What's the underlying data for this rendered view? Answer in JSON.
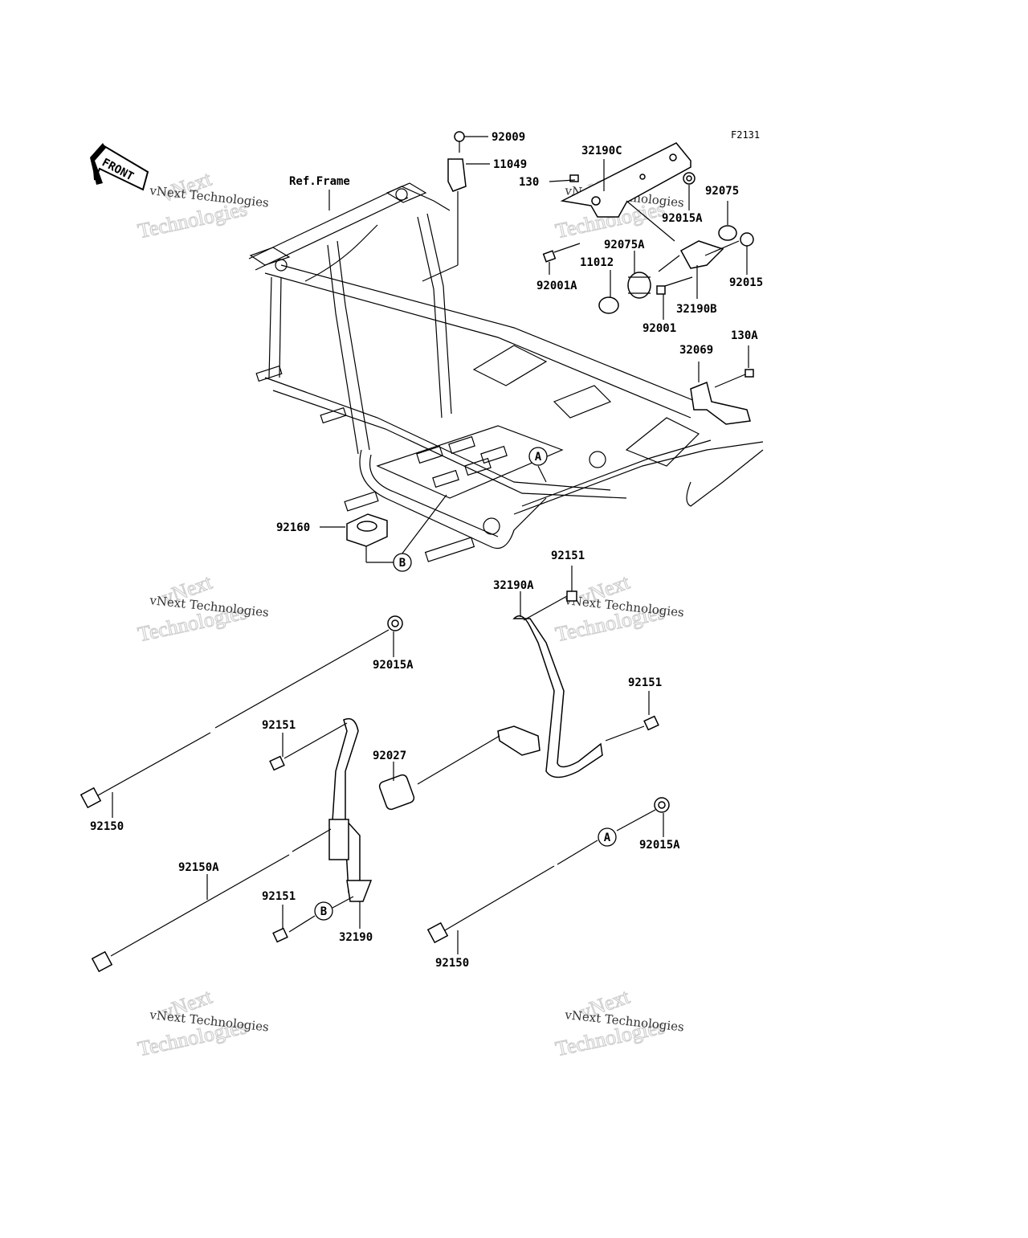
{
  "figure_code": "F2131",
  "front_label": "FRONT",
  "ref_label": "Ref.Frame",
  "callouts": {
    "a": "A",
    "b": "B"
  },
  "parts": [
    "92009",
    "11049",
    "32190C",
    "130",
    "92075",
    "92015A",
    "92075A",
    "11012",
    "92001A",
    "92015",
    "32190B",
    "92001",
    "32069",
    "130A",
    "92160",
    "92151",
    "32190A",
    "92015A",
    "92151",
    "92151",
    "92027",
    "92150",
    "92150A",
    "92015A",
    "92151",
    "32190",
    "92150"
  ],
  "watermark": {
    "line1": "vNext Technologies",
    "line2": "vNext",
    "line3": "Technologies"
  }
}
